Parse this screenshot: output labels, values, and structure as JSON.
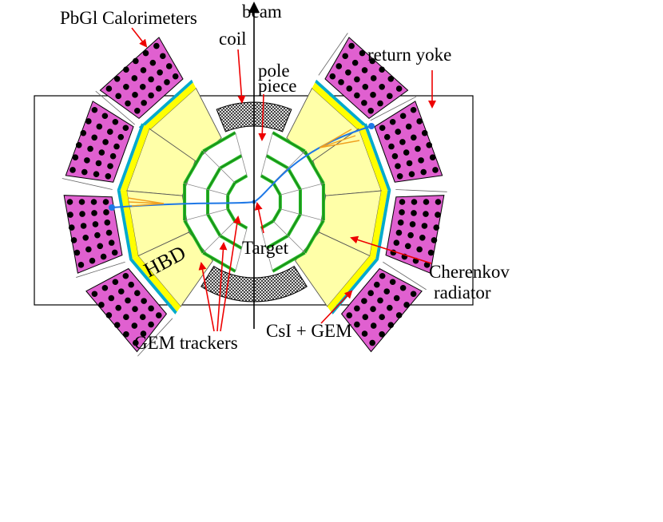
{
  "labels": {
    "beam": "beam",
    "pbgl": "PbGl Calorimeters",
    "coil": "coil",
    "pole_line1": "pole",
    "pole_line2": "piece",
    "return_yoke": "return yoke",
    "cherenkov_line1": "Cherenkov",
    "cherenkov_line2": "radiator",
    "target": "Target",
    "hbd": "HBD",
    "gem_trackers": "GEM trackers",
    "csi_gem": "CsI + GEM"
  },
  "colors": {
    "calorimeter_fill": "#e060d0",
    "calorimeter_dot": "#000000",
    "radiator_fill": "#ffffa8",
    "csi_layer": "#ffff00",
    "gem_layer": "#00aacc",
    "tracker": "#22bb22",
    "track": "#1e78e6",
    "photon": "#f0a020",
    "arrow": "#ee0000"
  }
}
